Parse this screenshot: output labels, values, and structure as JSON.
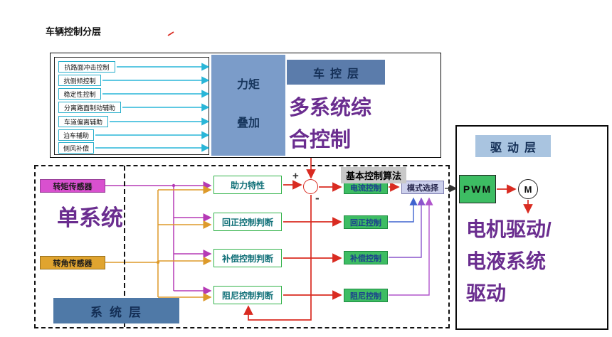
{
  "title": "车辆控制分层",
  "colors": {
    "purple_text": "#6a2d8f",
    "cyan_arrow": "#29b6d8",
    "red_arrow": "#d92b21",
    "magenta_sensor": "#d950cf",
    "orange_sensor": "#e0a42f",
    "green_box": "#3dbd63",
    "teal_box_text": "#0d6e76",
    "layer_label_blue": "#5b7cab",
    "drive_label_blue": "#a9c4e0",
    "torque_box_blue": "#7b9cc9"
  },
  "vehicle_layer": {
    "label": "车控层",
    "annotation": "多系统综\n合控制",
    "torque_box": "力矩\n叠加",
    "inputs": [
      "抗路面冲击控制",
      "抗侧倾控制",
      "稳定性控制",
      "分离路面制动辅助",
      "车道偏离辅助",
      "泊车辅助",
      "侧风补偿"
    ]
  },
  "system_layer": {
    "label": "系统层",
    "annotation": "单系统",
    "algo_title": "基本控制算法",
    "sensors": [
      "转矩传感器",
      "转角传感器"
    ],
    "judgments": [
      "助力特性",
      "回正控制判断",
      "补偿控制判断",
      "阻尼控制判断"
    ],
    "controls": [
      "电流控制",
      "回正控制",
      "补偿控制",
      "阻尼控制"
    ],
    "mode_select": "模式选择",
    "sum_plus": "+",
    "sum_minus": "-"
  },
  "drive_layer": {
    "label": "驱动层",
    "annotation": "电机驱动/\n电液系统\n驱动",
    "pwm": "PWM",
    "motor": "M"
  }
}
